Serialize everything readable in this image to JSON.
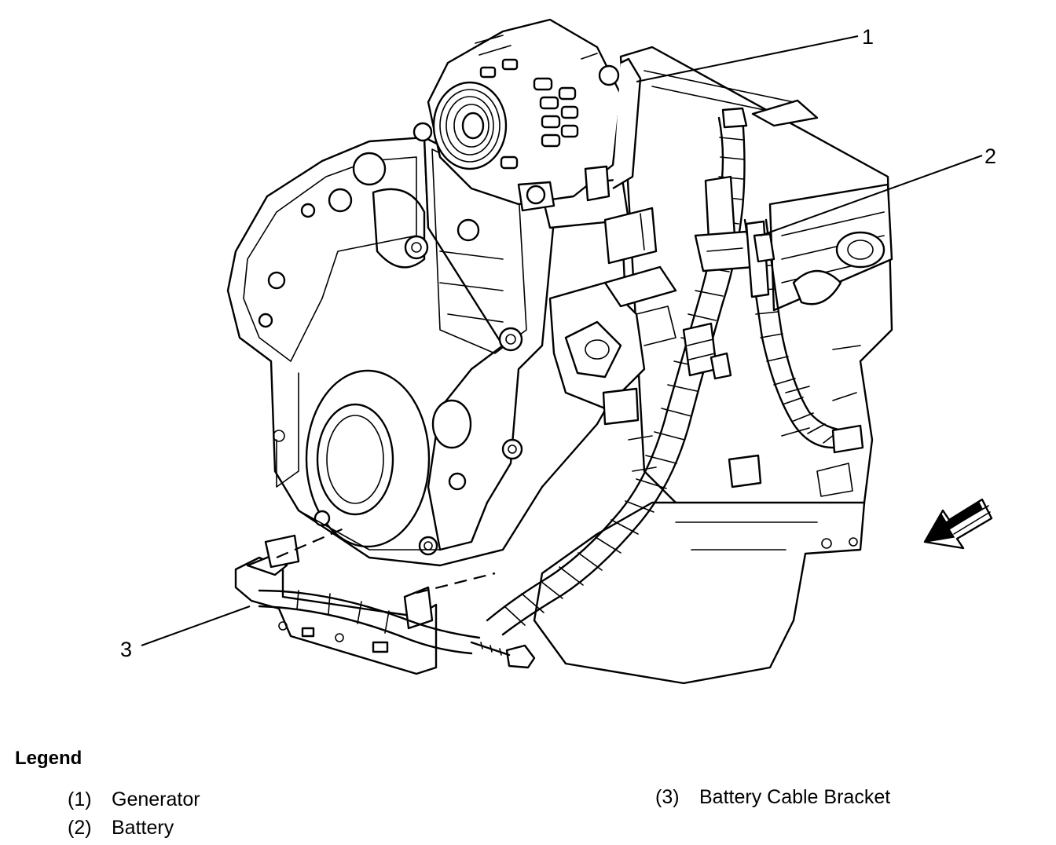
{
  "callouts": [
    {
      "id": 1,
      "label": "1"
    },
    {
      "id": 2,
      "label": "2"
    },
    {
      "id": 3,
      "label": "3"
    }
  ],
  "legend": {
    "title": "Legend",
    "items": [
      {
        "number": "(1)",
        "text": "Generator"
      },
      {
        "number": "(2)",
        "text": "Battery"
      },
      {
        "number": "(3)",
        "text": "Battery Cable Bracket"
      }
    ]
  },
  "icons": [
    "front-direction-arrow-icon"
  ],
  "colors": {
    "line": "#000000",
    "background": "#ffffff"
  }
}
